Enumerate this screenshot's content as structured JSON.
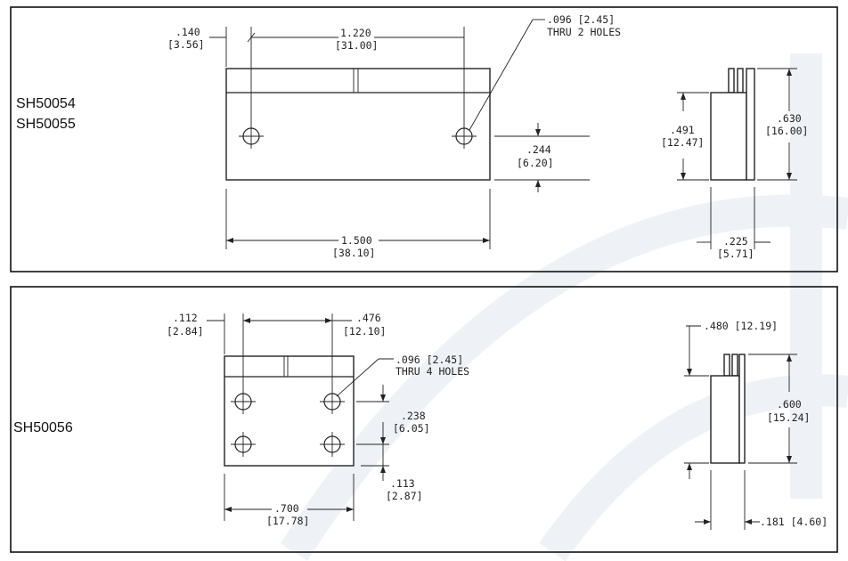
{
  "top_panel": {
    "models": [
      "SH50054",
      "SH50055"
    ],
    "dims": {
      "edge_in": ".140",
      "edge_mm": "[3.56]",
      "spacing_in": "1.220",
      "spacing_mm": "[31.00]",
      "hole_note_1": ".096  [2.45]",
      "hole_note_2": "THRU  2  HOLES",
      "hole_height_in": ".244",
      "hole_height_mm": "[6.20]",
      "length_in": "1.500",
      "length_mm": "[38.10]",
      "side_a_in": ".491",
      "side_a_mm": "[12.47]",
      "height_in": ".630",
      "height_mm": "[16.00]",
      "thickness_in": ".225",
      "thickness_mm": "[5.71]"
    }
  },
  "bottom_panel": {
    "model": "SH50056",
    "dims": {
      "edge_in": ".112",
      "edge_mm": "[2.84]",
      "spacing_in": ".476",
      "spacing_mm": "[12.10]",
      "hole_note_1": ".096  [2.45]",
      "hole_note_2": "THRU  4  HOLES",
      "row_spacing_in": ".238",
      "row_spacing_mm": "[6.05]",
      "bottom_edge_in": ".113",
      "bottom_edge_mm": "[2.87]",
      "length_in": ".700",
      "length_mm": "[17.78]",
      "offset_label": ".480  [12.19]",
      "height_in": ".600",
      "height_mm": "[15.24]",
      "thickness_label": ".181  [4.60]"
    }
  }
}
